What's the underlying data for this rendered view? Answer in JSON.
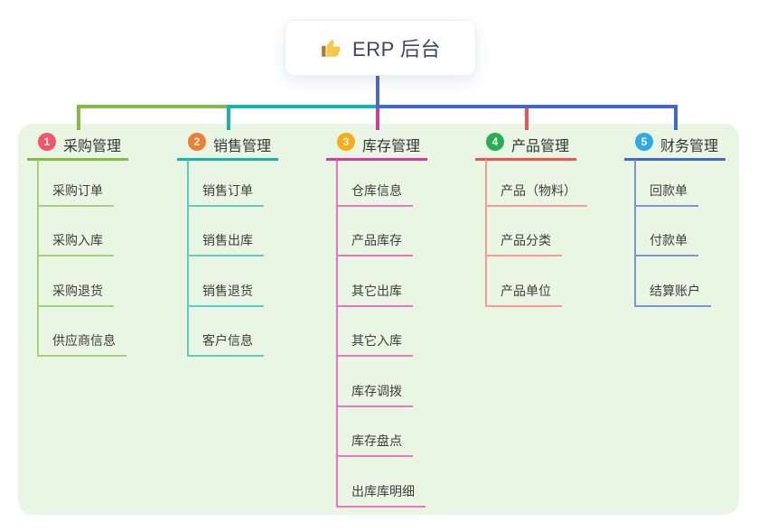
{
  "root": {
    "title": "ERP 后台",
    "icon": "thumbs-up-icon"
  },
  "branches": [
    {
      "index": "1",
      "label": "采购管理",
      "color": "#82ba43",
      "light_color": "#a6d07d",
      "badge_color": "#f1556b",
      "children": [
        "采购订单",
        "采购入库",
        "采购退货",
        "供应商信息"
      ]
    },
    {
      "index": "2",
      "label": "销售管理",
      "color": "#14b6aa",
      "light_color": "#62cbc1",
      "badge_color": "#f07d31",
      "children": [
        "销售订单",
        "销售出库",
        "销售退货",
        "客户信息"
      ]
    },
    {
      "index": "3",
      "label": "库存管理",
      "color": "#d63b9a",
      "light_color": "#ef74bb",
      "badge_color": "#f9ac18",
      "children": [
        "仓库信息",
        "产品库存",
        "其它出库",
        "其它入库",
        "库存调拨",
        "库存盘点",
        "出库库明细"
      ]
    },
    {
      "index": "4",
      "label": "产品管理",
      "color": "#ef5350",
      "light_color": "#f79b94",
      "badge_color": "#27ae52",
      "children": [
        "产品（物料）",
        "产品分类",
        "产品单位"
      ]
    },
    {
      "index": "5",
      "label": "财务管理",
      "color": "#4168d1",
      "light_color": "#8093d6",
      "badge_color": "#2fa7e9",
      "children": [
        "回款单",
        "付款单",
        "结算账户"
      ]
    }
  ],
  "canvas": {
    "background": "#ffffff",
    "panel_color": "#e9f6e4",
    "stem_color": "#5067c6"
  }
}
